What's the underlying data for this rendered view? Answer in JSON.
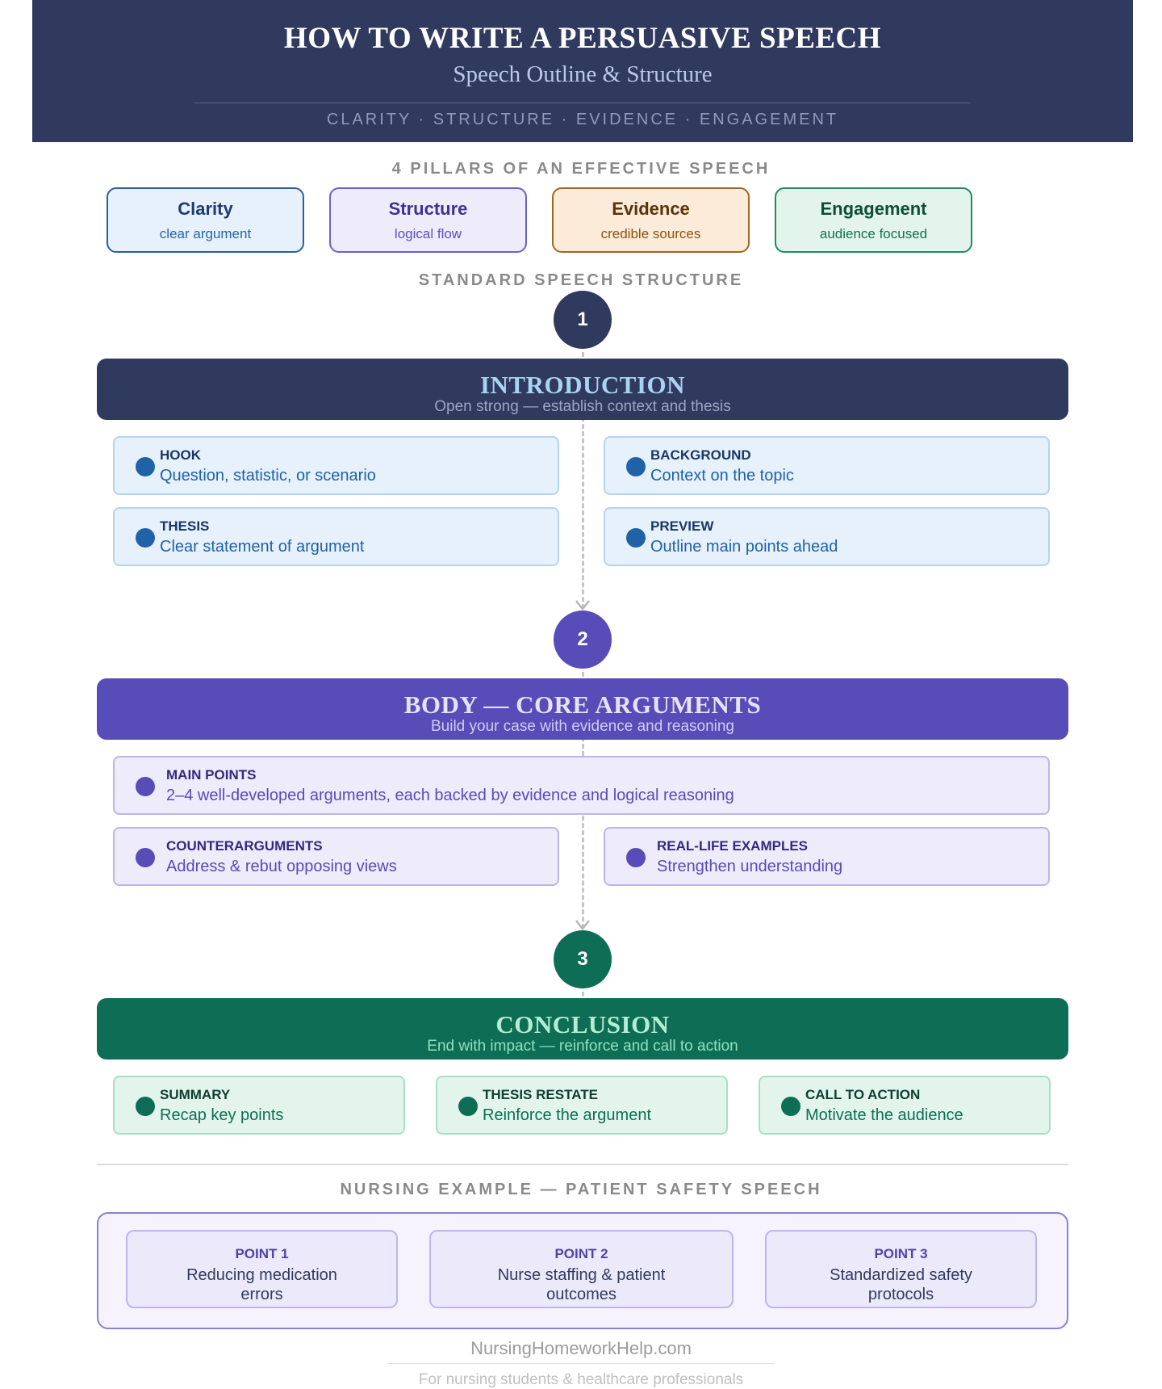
{
  "header": {
    "title": "HOW TO WRITE A PERSUASIVE SPEECH",
    "subtitle": "Speech Outline & Structure",
    "tagline": "CLARITY · STRUCTURE · EVIDENCE · ENGAGEMENT"
  },
  "pillars": {
    "heading": "4 PILLARS OF AN EFFECTIVE SPEECH",
    "items": [
      {
        "name": "Clarity",
        "desc": "clear argument",
        "border": "#2e5e96",
        "bg": "#e6f1fb",
        "name_color": "#1f3b70",
        "desc_color": "#2a62a8"
      },
      {
        "name": "Structure",
        "desc": "logical flow",
        "border": "#6b5fcf",
        "bg": "#eeebfb",
        "name_color": "#3d3392",
        "desc_color": "#5a4fc0"
      },
      {
        "name": "Evidence",
        "desc": "credible sources",
        "border": "#9a6a20",
        "bg": "#fbebd8",
        "name_color": "#5a3409",
        "desc_color": "#8b5212"
      },
      {
        "name": "Engagement",
        "desc": "audience focused",
        "border": "#1f8a62",
        "bg": "#e2f4ec",
        "name_color": "#0f4d36",
        "desc_color": "#17704f"
      }
    ]
  },
  "structure": {
    "heading": "STANDARD SPEECH STRUCTURE",
    "sections": [
      {
        "number": "1",
        "title": "INTRODUCTION",
        "subtitle": "Open strong — establish context and thesis",
        "band_color": "#2f3a5e",
        "title_color": "#a9d3f2",
        "sub_color": "#9aa6c2",
        "circle_color": "#2f3a5e",
        "items": [
          {
            "title": "HOOK",
            "desc": "Question, statistic, or scenario"
          },
          {
            "title": "BACKGROUND",
            "desc": "Context on the topic"
          },
          {
            "title": "THESIS",
            "desc": "Clear statement of argument"
          },
          {
            "title": "PREVIEW",
            "desc": "Outline main points ahead"
          }
        ],
        "item_style": {
          "bg": "#e6f1fb",
          "border": "#b6d3ef",
          "dot": "#1f62a8",
          "title": "#173866",
          "desc": "#1f62a8"
        }
      },
      {
        "number": "2",
        "title": "BODY — CORE ARGUMENTS",
        "subtitle": "Build your case with evidence and reasoning",
        "band_color": "#574cb8",
        "title_color": "#e6e2fb",
        "sub_color": "#d1ccf4",
        "circle_color": "#574cb8",
        "items": [
          {
            "title": "MAIN POINTS",
            "desc": "2–4 well-developed arguments, each backed by evidence and logical reasoning"
          },
          {
            "title": "COUNTERARGUMENTS",
            "desc": "Address & rebut opposing views"
          },
          {
            "title": "REAL-LIFE EXAMPLES",
            "desc": "Strengthen understanding"
          }
        ],
        "item_style": {
          "bg": "#eeebfb",
          "border": "#bdb5ea",
          "dot": "#574cb8",
          "title": "#33297e",
          "desc": "#574cb8"
        }
      },
      {
        "number": "3",
        "title": "CONCLUSION",
        "subtitle": "End with impact — reinforce and call to action",
        "band_color": "#0e6e55",
        "title_color": "#b6ecd4",
        "sub_color": "#8fe0bd",
        "circle_color": "#0e6e55",
        "items": [
          {
            "title": "SUMMARY",
            "desc": "Recap key points"
          },
          {
            "title": "THESIS RESTATE",
            "desc": "Reinforce the argument"
          },
          {
            "title": "CALL TO ACTION",
            "desc": "Motivate the audience"
          }
        ],
        "item_style": {
          "bg": "#e2f4ec",
          "border": "#a8e0c7",
          "dot": "#0e6e55",
          "title": "#0b3f31",
          "desc": "#0e6e55"
        }
      }
    ]
  },
  "example": {
    "heading": "NURSING EXAMPLE — PATIENT SAFETY SPEECH",
    "points": [
      {
        "title": "POINT 1",
        "desc": "Reducing medication errors"
      },
      {
        "title": "POINT 2",
        "desc": "Nurse staffing & patient outcomes"
      },
      {
        "title": "POINT 3",
        "desc": "Standardized safety protocols"
      }
    ]
  },
  "footer": {
    "site": "NursingHomeworkHelp.com",
    "note": "For nursing students & healthcare professionals"
  }
}
